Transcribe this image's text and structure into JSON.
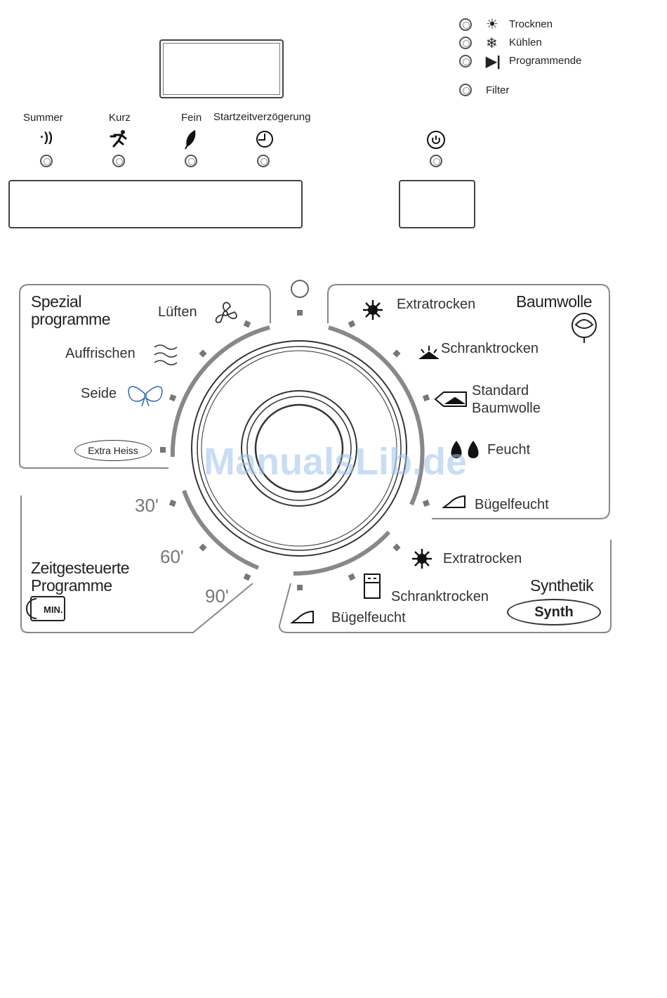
{
  "status_indicators": [
    {
      "id": "trocknen",
      "label": "Trocknen",
      "icon": "sun-icon",
      "glyph": "☀"
    },
    {
      "id": "kuehlen",
      "label": "Kühlen",
      "icon": "snowflake-icon",
      "glyph": "❄"
    },
    {
      "id": "programmende",
      "label": "Programmende",
      "icon": "end-icon",
      "glyph": "▶|"
    }
  ],
  "filter_label": "Filter",
  "option_buttons": [
    {
      "id": "summer",
      "label": "Summer",
      "icon": "sound-icon",
      "glyph": "·))"
    },
    {
      "id": "kurz",
      "label": "Kurz",
      "icon": "running-icon",
      "glyph": "🏃"
    },
    {
      "id": "fein",
      "label": "Fein",
      "icon": "feather-icon",
      "glyph": "❦"
    },
    {
      "id": "startzeit",
      "label": "Startzeitverzögerung",
      "icon": "clock-icon",
      "glyph": "◷"
    }
  ],
  "power_icon": "power-icon",
  "dial": {
    "spezial": {
      "title_line1": "Spezial",
      "title_line2": "programme",
      "items": {
        "lueften": "Lüften",
        "auffrischen": "Auffrischen",
        "seide": "Seide",
        "extra_heiss": "Extra Heiss"
      }
    },
    "baumwolle": {
      "title": "Baumwolle",
      "items": {
        "extratrocken": "Extratrocken",
        "schranktrocken": "Schranktrocken",
        "standard_line1": "Standard",
        "standard_line2": "Baumwolle",
        "feucht": "Feucht",
        "buegelfeucht": "Bügelfeucht"
      }
    },
    "zeit": {
      "title_line1": "Zeitgesteuerte",
      "title_line2": "Programme",
      "min_badge": "MIN.",
      "items": {
        "t30": "30'",
        "t60": "60'",
        "t90": "90'"
      }
    },
    "synthetik": {
      "title": "Synthetik",
      "badge": "Synth",
      "items": {
        "extratrocken": "Extratrocken",
        "schranktrocken": "Schranktrocken",
        "buegelfeucht": "Bügelfeucht"
      }
    }
  },
  "watermark": "ManualsLib.de"
}
